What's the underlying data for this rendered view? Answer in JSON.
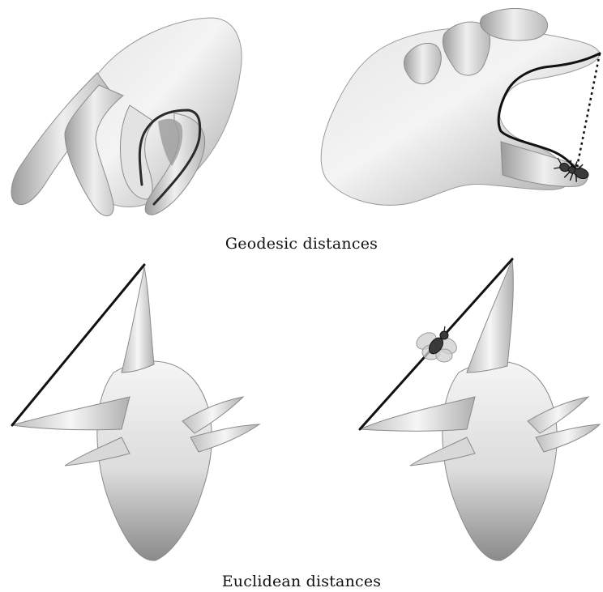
{
  "captions": {
    "top": "Geodesic distances",
    "bottom": "Euclidean distances"
  },
  "panels": [
    {
      "id": "hand-left",
      "shape": "hand",
      "distance_path": "geodesic-curve",
      "creature": null
    },
    {
      "id": "hand-right",
      "shape": "hand",
      "distance_path": "geodesic-curve",
      "secondary_path": "dotted-straight-line",
      "creature": "ant-icon"
    },
    {
      "id": "star-left",
      "shape": "star-surface",
      "distance_path": "euclidean-segment",
      "creature": null
    },
    {
      "id": "star-right",
      "shape": "star-surface",
      "distance_path": "euclidean-segment",
      "creature": "fly-icon"
    }
  ],
  "colors": {
    "path": "#111111",
    "surface_light": "#f2f2f2",
    "surface_mid": "#c8c8c8",
    "surface_dark": "#7a7a7a",
    "creature": "#3a3a3a",
    "wing": "#cfcfcf"
  }
}
